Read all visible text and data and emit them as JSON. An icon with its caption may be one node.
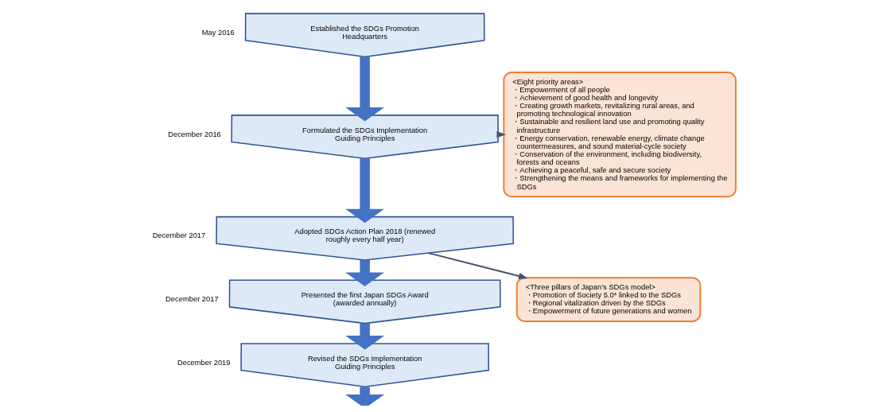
{
  "diagram": {
    "nodes": [
      {
        "text": [
          "Established the SDGs Promotion Headquarters"
        ],
        "beside": [
          "May 2016"
        ]
      },
      {
        "text": [
          "Formulated the SDGs Implementation Guiding Principles"
        ],
        "beside": [
          "December 2016"
        ]
      },
      {
        "text": [
          "Adopted SDGs Action Plan 2018 (renewed roughly every half year)"
        ],
        "beside": [
          "December 2017"
        ]
      },
      {
        "text": [
          "Presented the first Japan SDGs Award (awarded annually)"
        ],
        "beside": [
          "December 2017"
        ]
      },
      {
        "text": [
          "Revised the SDGs Implementation Guiding Principles"
        ],
        "beside": [
          "December 2019"
        ]
      },
      {
        "text": [
          "<Eight priority areas>",
          "・Empowerment of all people",
          "・Achievement of good health and longevity",
          "・Creating growth markets, revitalizing rural areas, and promoting technological innovation",
          "・Sustainable and resilient land use and promoting quality infrastructure",
          "・Energy conservation, renewable energy, climate change countermeasures, and sound material-cycle society",
          "・Conservation of the environment, including biodiversity, forests and oceans",
          "・Achieving a peaceful, safe and secure society",
          "・Strengthening the means and frameworks for implementing the SDGs"
        ]
      },
      {
        "text": [
          "<Three pillars of Japan’s SDGs model>",
          "・Promotion of Society 5.0* linked to the SDGs",
          "・Regional vitalization driven by the SDGs",
          "・Empowerment of future generations and women"
        ]
      }
    ],
    "edges": [
      {
        "from": 0,
        "to": 1,
        "arrow": "to"
      },
      {
        "from": 1,
        "to": 2,
        "arrow": "to"
      },
      {
        "from": 2,
        "to": 3,
        "arrow": "to"
      },
      {
        "from": 3,
        "to": 4,
        "arrow": "to"
      },
      {
        "from": 4,
        "to": null,
        "arrow": "to"
      },
      {
        "from": 1,
        "to": 5,
        "arrow": "to",
        "color": "#44546a"
      },
      {
        "from": 2,
        "to": 6,
        "arrow": "to",
        "color": "#44546a"
      }
    ]
  }
}
